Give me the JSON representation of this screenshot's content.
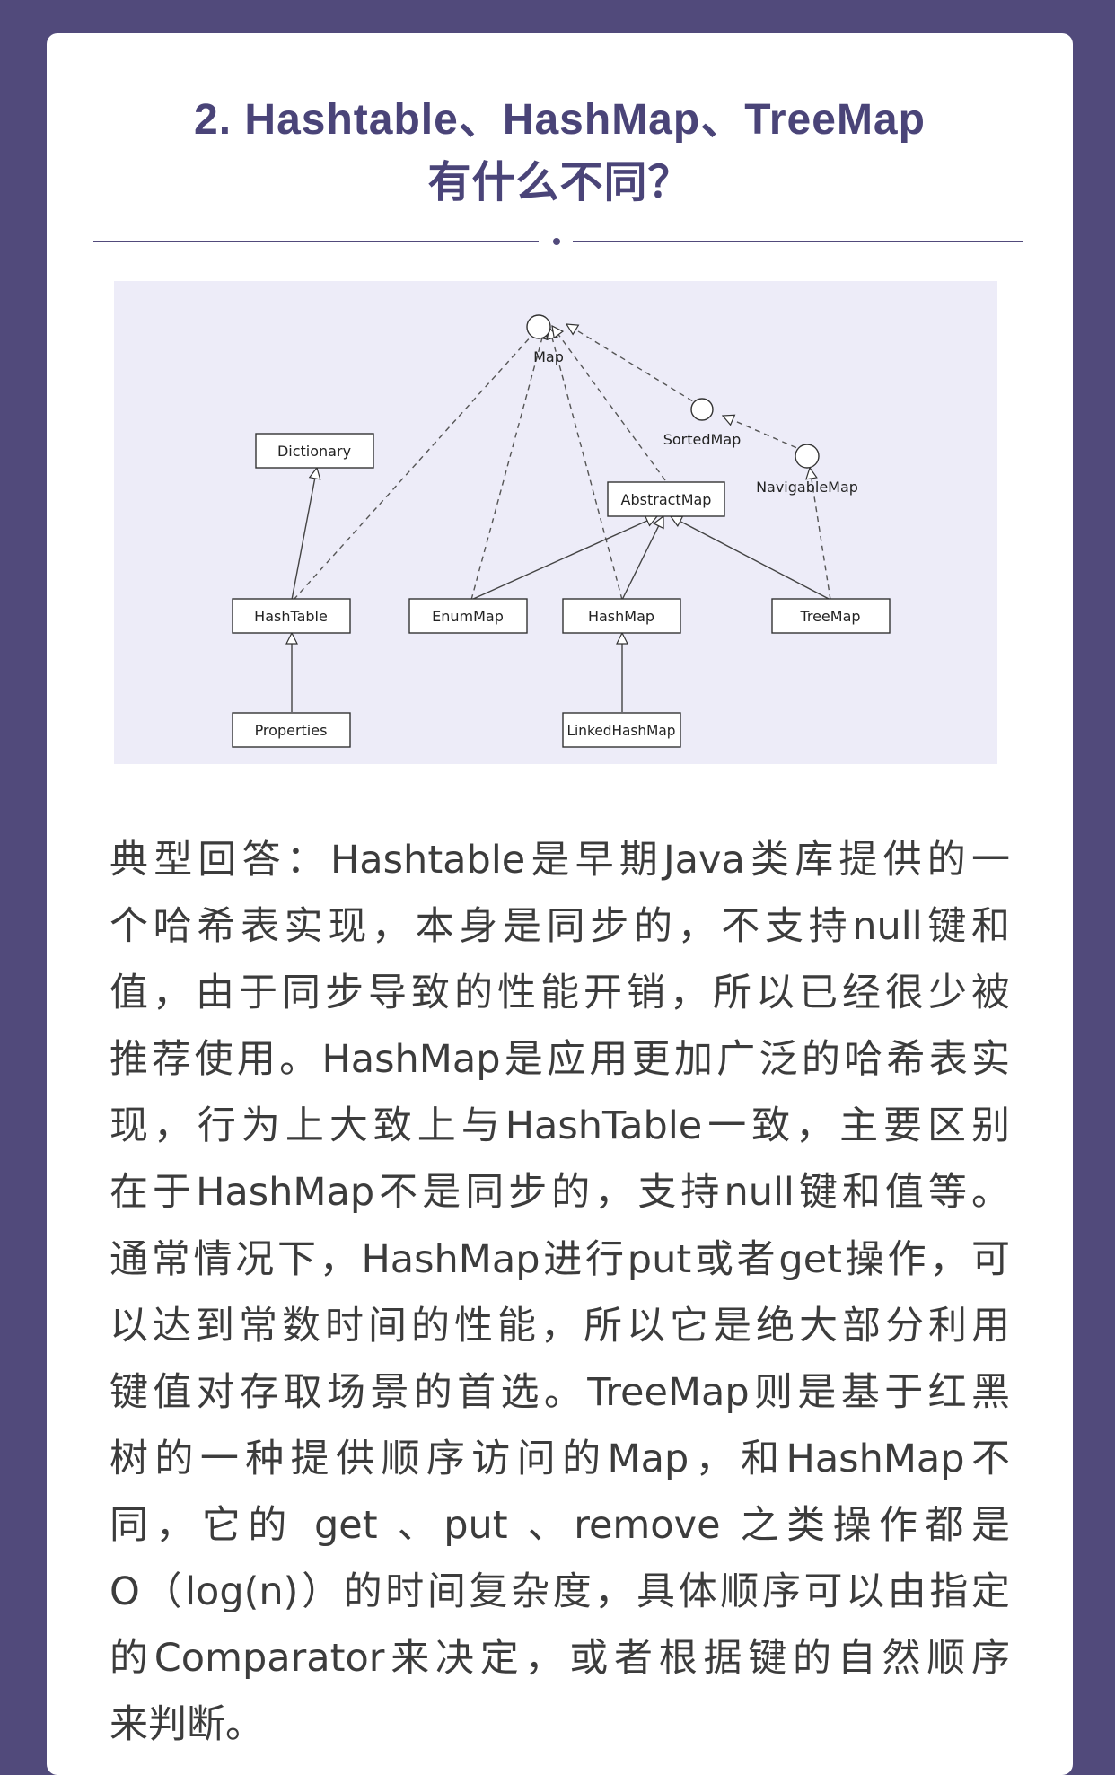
{
  "article": {
    "title_lines": [
      "2. Hashtable、HashMap、TreeMap",
      "有什么不同？"
    ],
    "body_lines": [
      "典型回答：Hashtable是早期Java类库提供的一",
      "个哈希表实现，本身是同步的，不支持null键和",
      "值，由于同步导致的性能开销，所以已经很少被",
      "推荐使用。HashMap是应用更加广泛的哈希表实",
      "现，行为上大致上与HashTable一致，主要区别",
      "在于HashMap不是同步的，支持null键和值等。",
      "通常情况下，HashMap进行put或者get操作，可",
      "以达到常数时间的性能，所以它是绝大部分利用",
      "键值对存取场景的首选。TreeMap则是基于红黑",
      "树的一种提供顺序访问的Map，和HashMap不",
      "同，它的 get 、put 、remove 之类操作都是",
      "O（log(n)）的时间复杂度，具体顺序可以由指定",
      "的Comparator来决定，或者根据键的自然顺序",
      "来判断。"
    ]
  },
  "diagram": {
    "nodes": {
      "map": "Map",
      "dictionary": "Dictionary",
      "sortedmap": "SortedMap",
      "navigablemap": "NavigableMap",
      "abstractmap": "AbstractMap",
      "hashtable": "HashTable",
      "enummap": "EnumMap",
      "hashmap": "HashMap",
      "treemap": "TreeMap",
      "properties": "Properties",
      "linkedhashmap": "LinkedHashMap"
    }
  },
  "colors": {
    "page_background": "#514a7b",
    "title": "#4a4478",
    "diagram_background": "#edecf8",
    "body_text": "#3c3c3c"
  }
}
